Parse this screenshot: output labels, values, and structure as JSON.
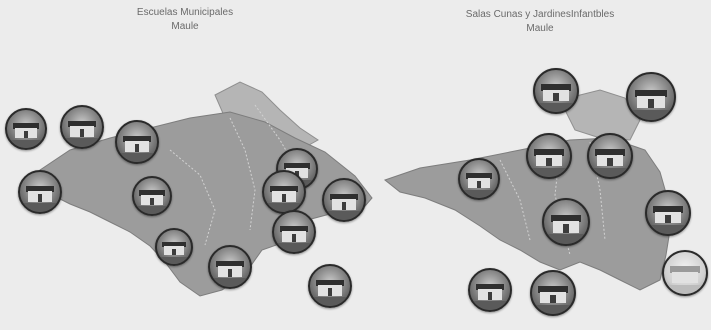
{
  "left_panel": {
    "title": "Escuelas Municipales",
    "subtitle": "Maule"
  },
  "right_panel": {
    "title": "Salas Cunas y JardinesInfantbles",
    "subtitle": "Maule"
  },
  "colors": {
    "background": "#ececec",
    "region_fill": "#9c9c9c",
    "pin_border": "#2a2a2a"
  }
}
